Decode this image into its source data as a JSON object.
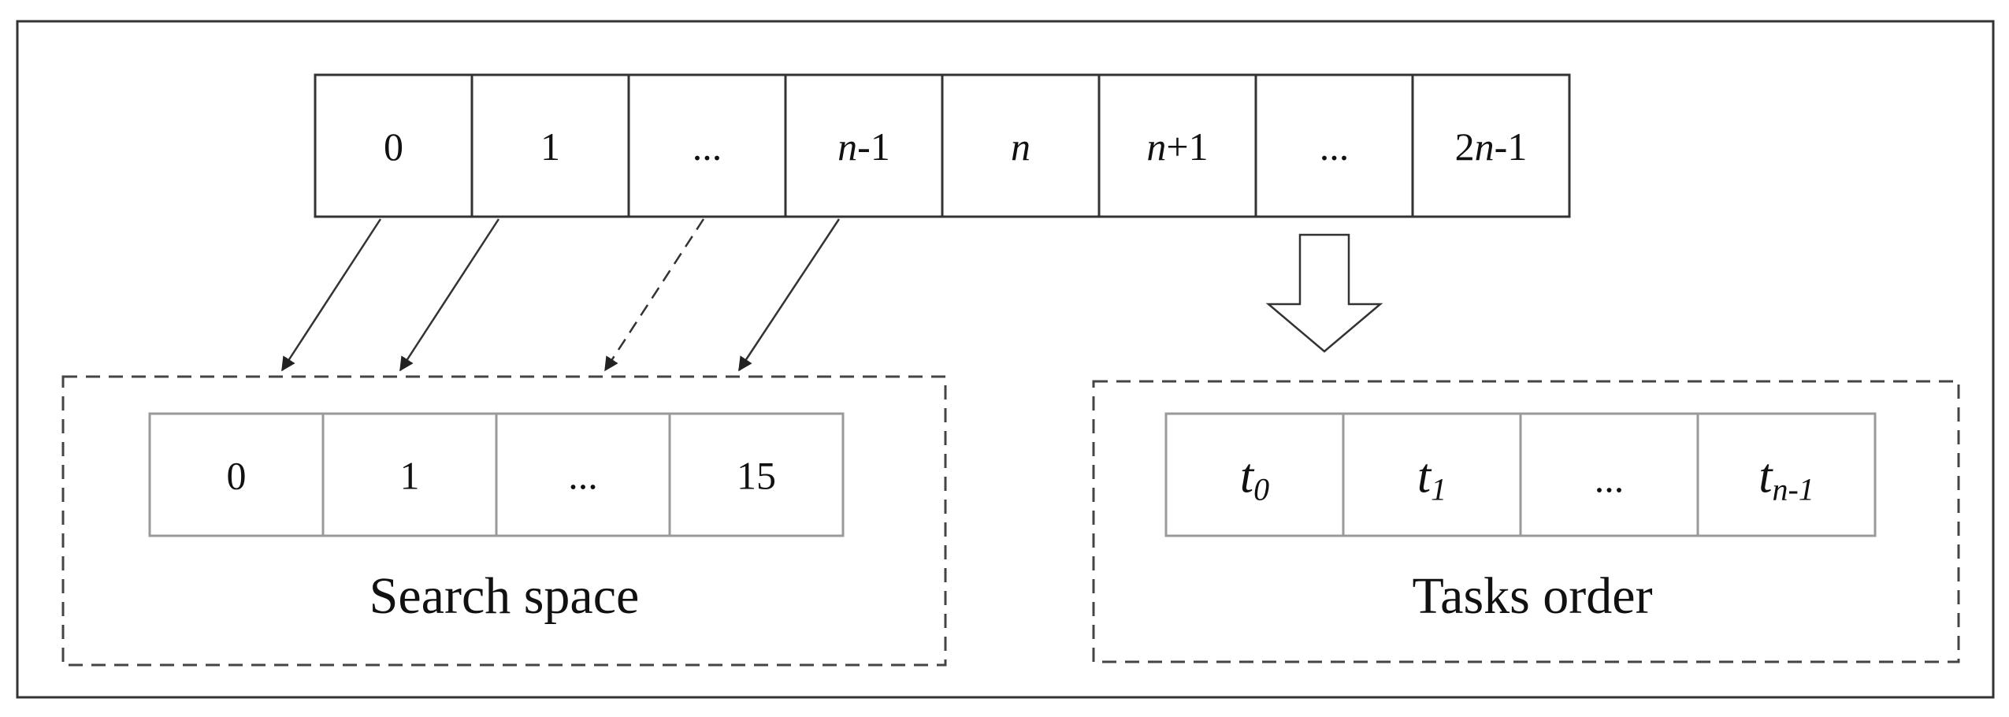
{
  "top_array": {
    "cells": [
      {
        "parts": [
          {
            "t": "0",
            "i": false
          }
        ]
      },
      {
        "parts": [
          {
            "t": "1",
            "i": false
          }
        ]
      },
      {
        "parts": [
          {
            "t": "...",
            "i": false
          }
        ]
      },
      {
        "parts": [
          {
            "t": "n",
            "i": true
          },
          {
            "t": "-1",
            "i": false
          }
        ]
      },
      {
        "parts": [
          {
            "t": "n",
            "i": true
          }
        ]
      },
      {
        "parts": [
          {
            "t": "n",
            "i": true
          },
          {
            "t": "+1",
            "i": false
          }
        ]
      },
      {
        "parts": [
          {
            "t": "...",
            "i": false
          }
        ]
      },
      {
        "parts": [
          {
            "t": "2",
            "i": false
          },
          {
            "t": "n",
            "i": true
          },
          {
            "t": "-1",
            "i": false
          }
        ]
      }
    ]
  },
  "search_space": {
    "label": "Search space",
    "cells": [
      "0",
      "1",
      "...",
      "15"
    ]
  },
  "tasks_order": {
    "label": "Tasks order",
    "cells": [
      {
        "base": "t",
        "sub": "0"
      },
      {
        "base": "t",
        "sub": "1"
      },
      {
        "base": "...",
        "sub": ""
      },
      {
        "base": "t",
        "sub": "n-1"
      }
    ]
  },
  "colors": {
    "line": "#333333",
    "cell_border_lower": "#9a9a9a",
    "text": "#111111"
  }
}
